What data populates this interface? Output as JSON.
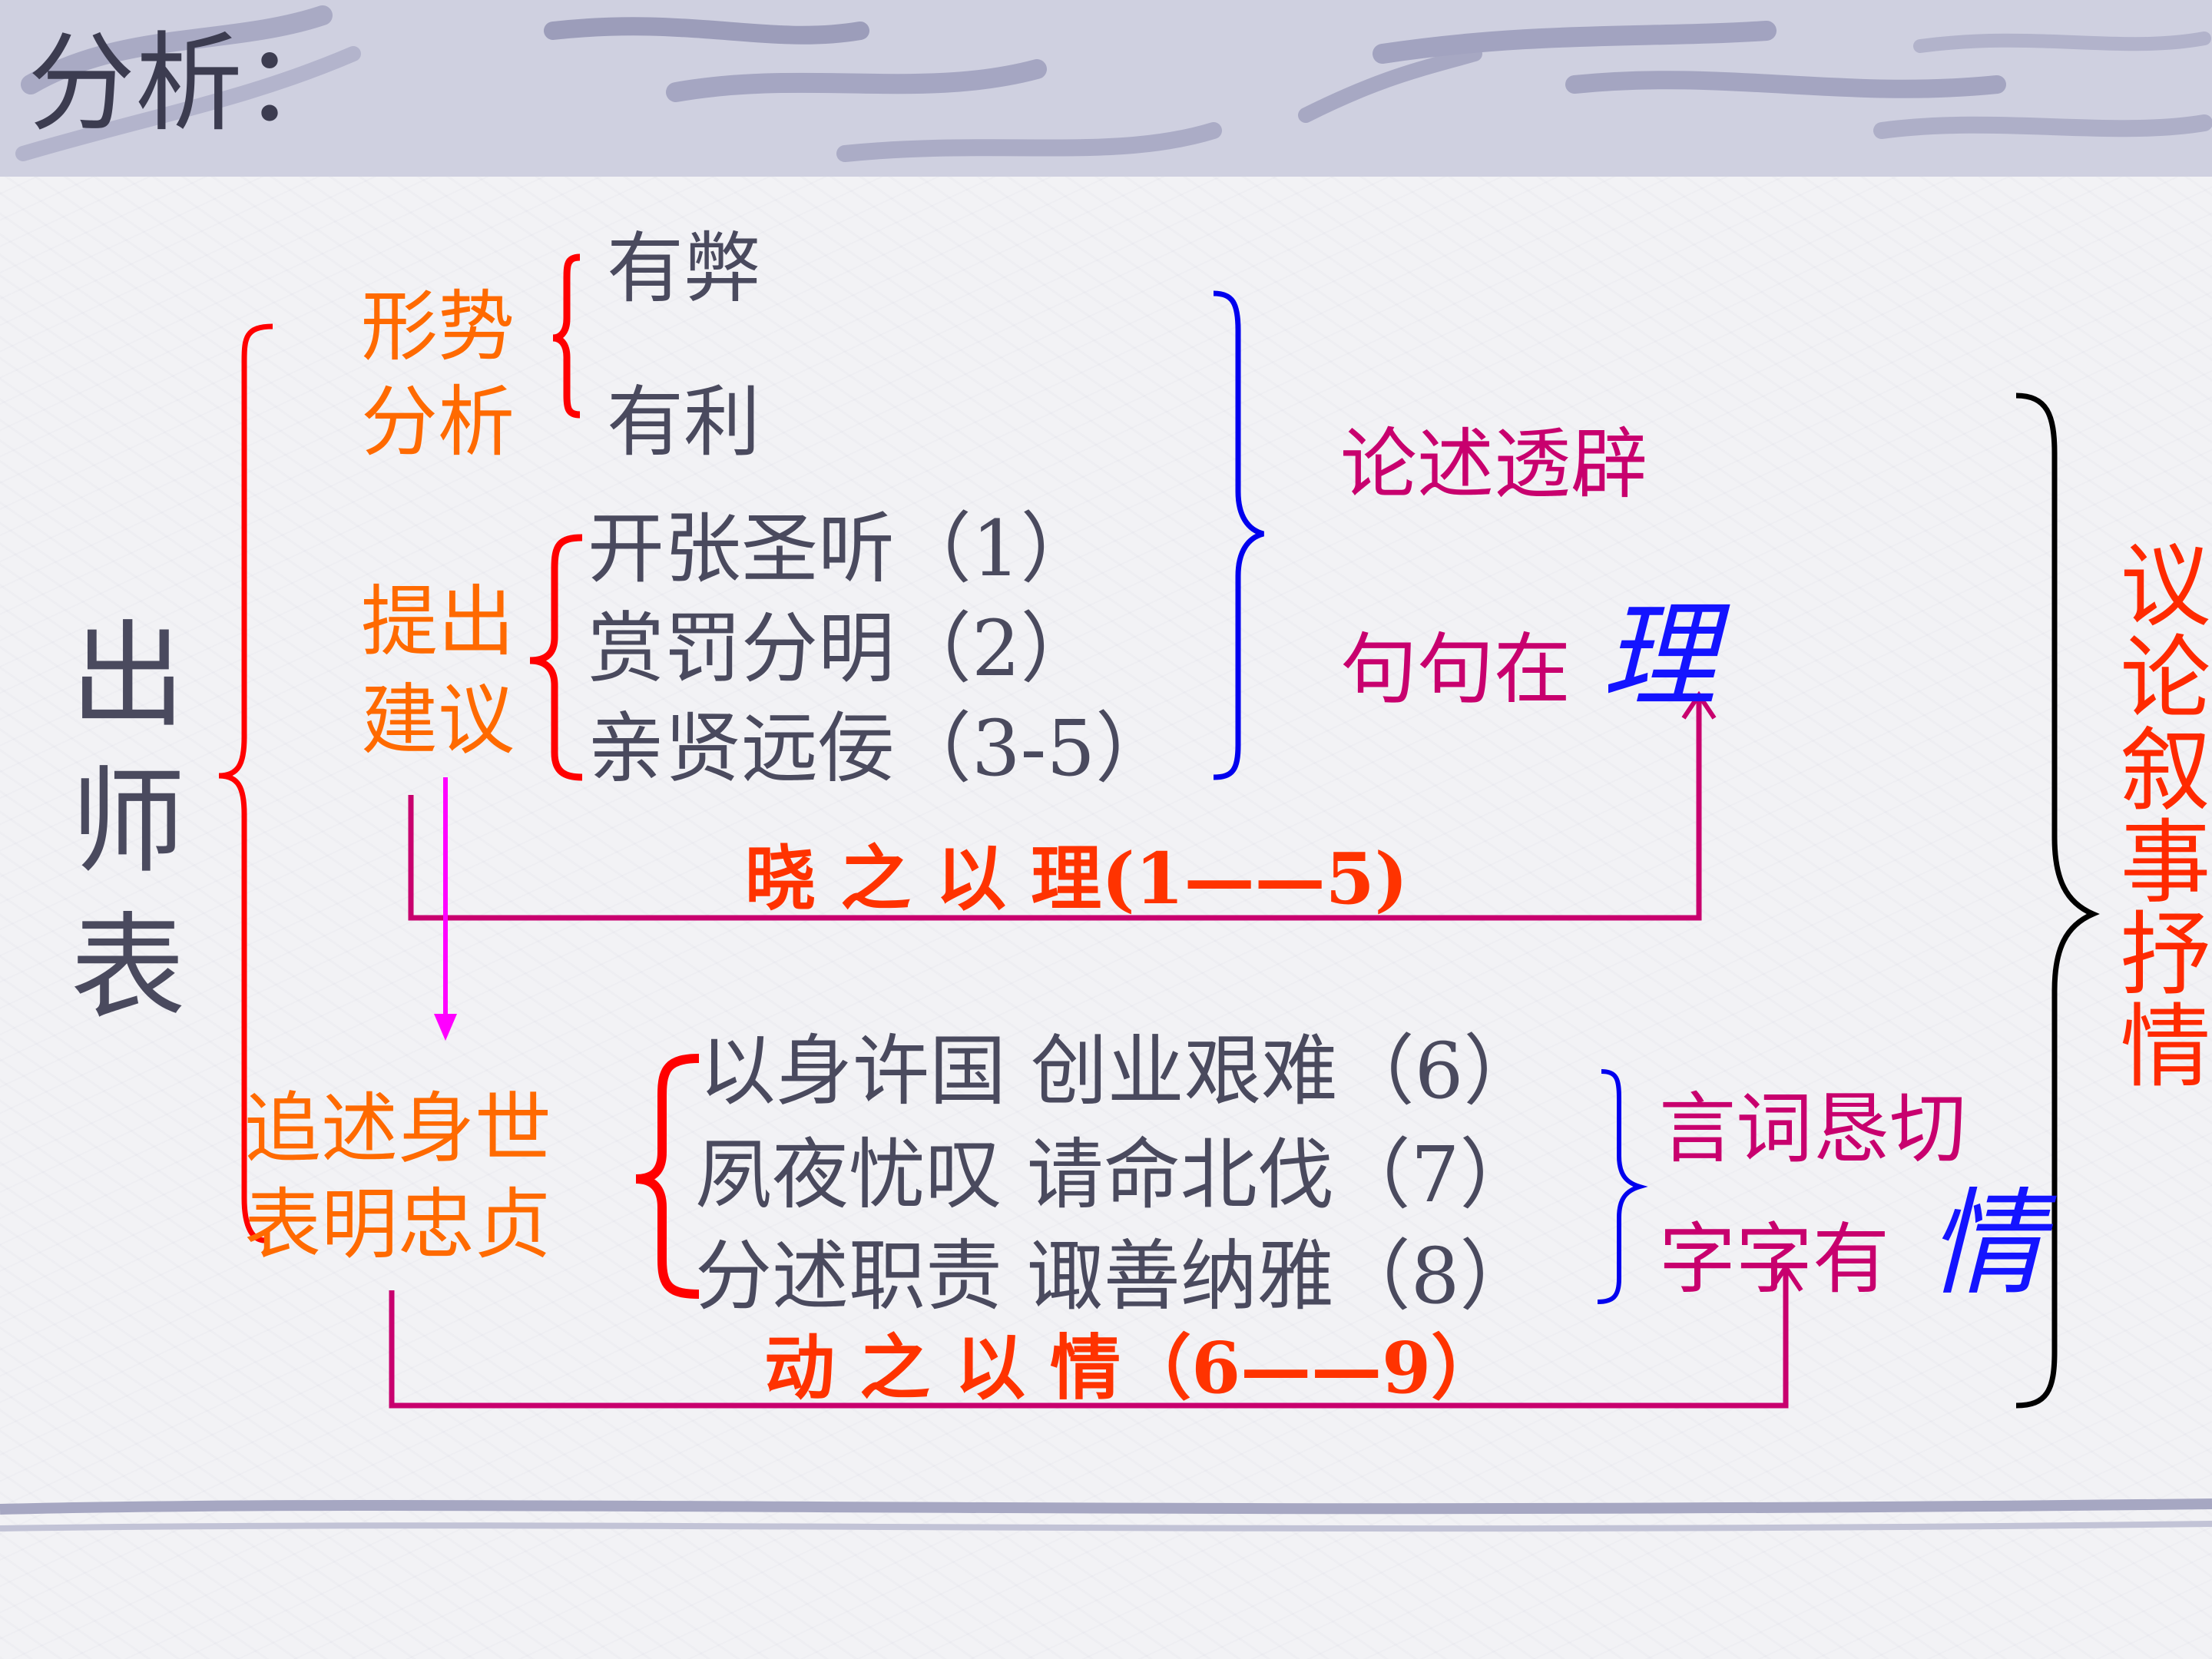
{
  "slide_title": "分析：",
  "root_label": "出师表",
  "situation": {
    "label_line1": "形势",
    "label_line2": "分析",
    "items": [
      "有弊",
      "有利"
    ]
  },
  "proposals": {
    "label_line1": "提出",
    "label_line2": "建议",
    "items": [
      "开张圣听（1）",
      "赏罚分明（2）",
      "亲贤远佞（3-5）"
    ]
  },
  "reason_summary": {
    "line1": "论述透辟",
    "line2_prefix": "句句在",
    "line2_emphasis": "理"
  },
  "reason_caption": "晓 之 以 理(1——5)",
  "background": {
    "label_line1": "追述身世",
    "label_line2": "表明忠贞",
    "items": [
      "以身许国  创业艰难（6）",
      "夙夜忧叹  请命北伐（7）",
      "分述职责  诹善纳雅（8）"
    ]
  },
  "emotion_summary": {
    "line1": "言词恳切",
    "line2_prefix": "字字有",
    "line2_emphasis": "情"
  },
  "emotion_caption": "动 之 以 情（6——9）",
  "side_label": "议论叙事抒情",
  "colors": {
    "orange": "#ff6a00",
    "magenta": "#c8006e",
    "blue": "#1414ff",
    "red_brace": "#ff0000",
    "black_brace": "#000000",
    "arrow": "#ff00ff",
    "grey_text": "#4a4a5e"
  }
}
